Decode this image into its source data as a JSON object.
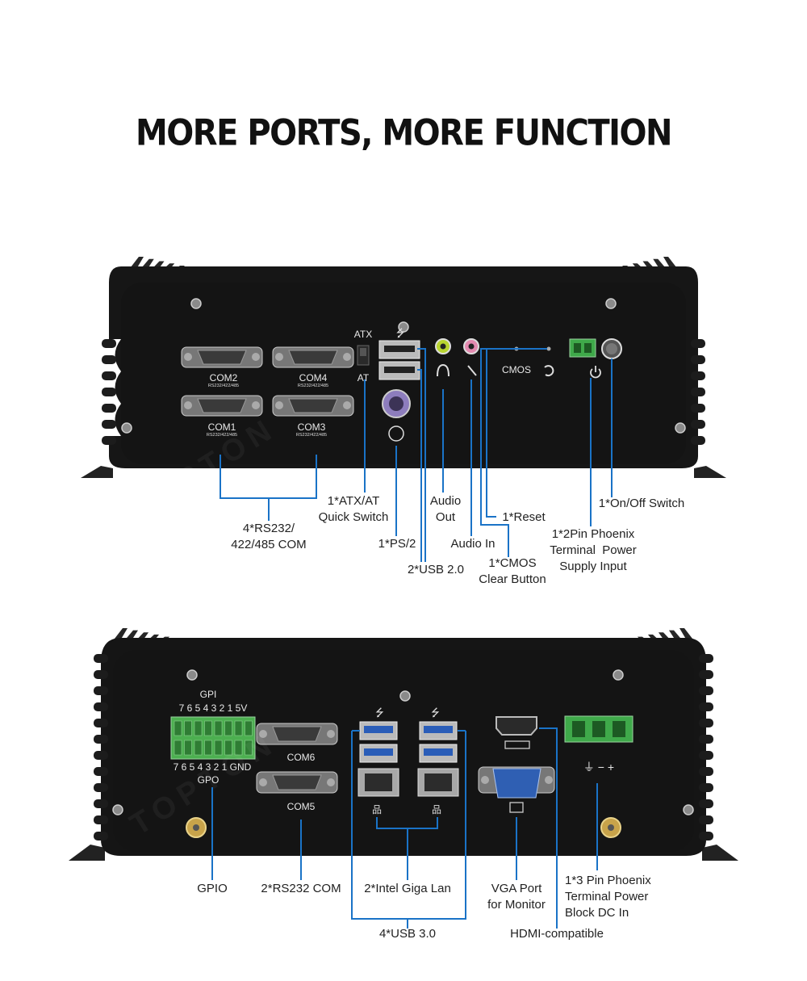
{
  "title": "MORE PORTS, MORE FUNCTION",
  "colors": {
    "line": "#1a73c7",
    "chassis": "#141414",
    "fin": "#2a2a2a",
    "green_terminal": "#4caf50"
  },
  "watermark": "TOPTON",
  "top_panel": {
    "port_labels": {
      "com2": "COM2",
      "com4": "COM4",
      "com1": "COM1",
      "com3": "COM3",
      "com_sub": "RS232/422/485",
      "atx": "ATX",
      "at": "AT",
      "cmos": "CMOS"
    },
    "callouts": {
      "rs232_com": "4*RS232/\n422/485 COM",
      "atx_switch": "1*ATX/AT\nQuick Switch",
      "ps2": "1*PS/2",
      "usb20": "2*USB 2.0",
      "audio_out": "Audio\nOut",
      "audio_in": "Audio In",
      "reset": "1*Reset",
      "cmos_clear": "1*CMOS\nClear Button",
      "phoenix_2pin": "1*2Pin Phoenix\nTerminal  Power\nSupply Input",
      "onoff": "1*On/Off Switch"
    }
  },
  "bottom_panel": {
    "port_labels": {
      "gpi": "GPI",
      "gpi_pins": "7 6 5 4 3 2 1 5V",
      "gpo_pins": "7 6 5 4 3 2 1 GND",
      "gpo": "GPO",
      "com6": "COM6",
      "com5": "COM5",
      "dc_symbols": "⏚ − +"
    },
    "callouts": {
      "gpio": "GPIO",
      "rs232_com": "2*RS232 COM",
      "lan": "2*Intel Giga Lan",
      "usb30": "4*USB 3.0",
      "vga": "VGA Port\nfor Monitor",
      "hdmi": "HDMI-compatible",
      "phoenix_3pin": "1*3 Pin Phoenix\nTerminal Power\nBlock DC In"
    }
  }
}
